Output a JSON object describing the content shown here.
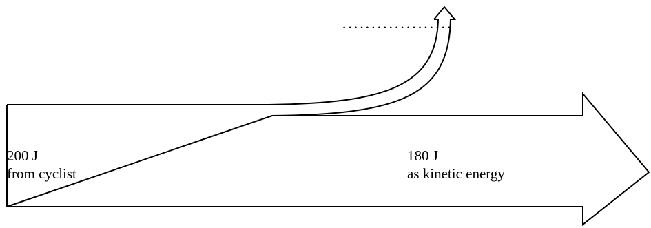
{
  "diagram": {
    "colors": {
      "stroke": "#000000",
      "background": "#ffffff"
    },
    "input": {
      "energy": "200 J",
      "source": "from cyclist"
    },
    "output": {
      "energy": "180 J",
      "form": "as kinetic energy"
    },
    "answer_blank": "..................."
  }
}
